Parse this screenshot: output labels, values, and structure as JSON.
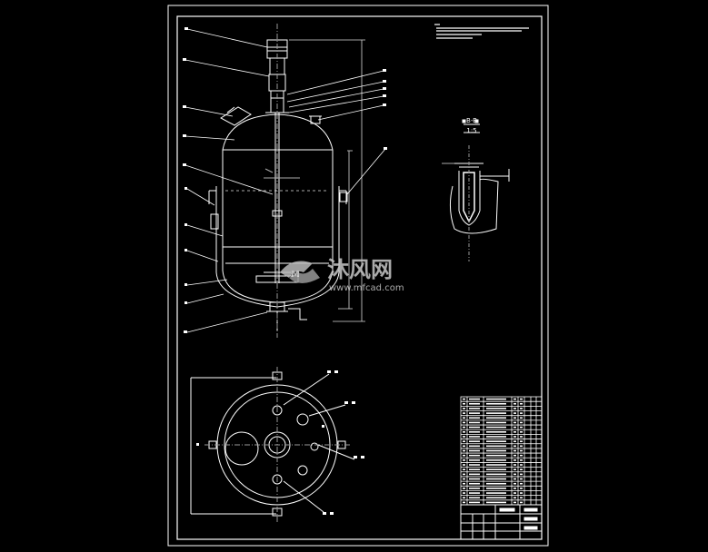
{
  "colors": {
    "background": "#000000",
    "line": "#ffffff",
    "dim_line": "#d8d8d8",
    "watermark": "#c8c8c8"
  },
  "section_label": {
    "title": "B-B",
    "scale": "1:5"
  },
  "watermark": {
    "text_cn": "沐风网",
    "url": "www.mfcad.com",
    "logo_name": "mfcad-logo"
  }
}
